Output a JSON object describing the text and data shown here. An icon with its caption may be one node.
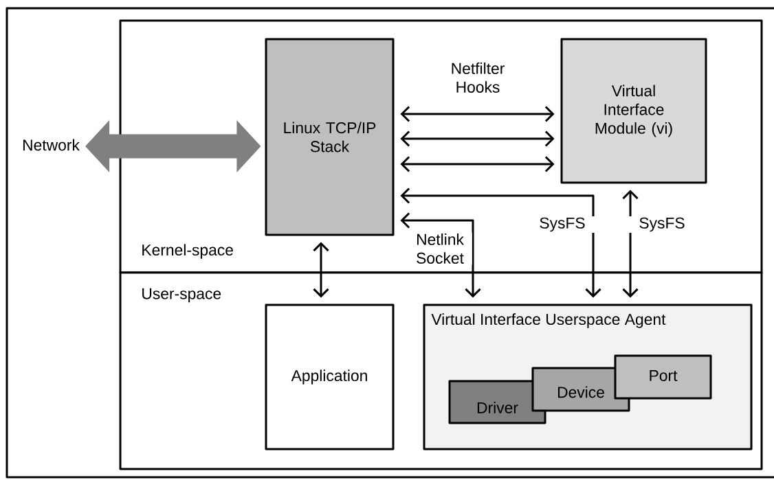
{
  "diagram": {
    "nodes": [
      {
        "text": [
          "Network"
        ]
      },
      {
        "text": [
          "Kernel-space"
        ]
      },
      {
        "text": [
          "Linux TCP/IP Stack"
        ],
        "in": 1
      },
      {
        "text": [
          "Virtual Interface Module (vi)"
        ],
        "in": 1
      },
      {
        "text": [
          "User-space"
        ]
      },
      {
        "text": [
          "Application"
        ],
        "in": 4
      },
      {
        "text": [
          "Virtual Interface Userspace Agent"
        ],
        "in": 4
      },
      {
        "text": [
          "Driver"
        ],
        "in": 6
      },
      {
        "text": [
          "Device"
        ],
        "in": 6
      },
      {
        "text": [
          "Port"
        ],
        "in": 6
      }
    ],
    "edges": [
      {
        "from": 0,
        "to": 2,
        "arrow": "both",
        "style": "thick",
        "color": "#808080"
      },
      {
        "from": 2,
        "to": 3,
        "arrow": "both",
        "label": "Netfilter Hooks"
      },
      {
        "from": 2,
        "to": 3,
        "arrow": "both"
      },
      {
        "from": 2,
        "to": 3,
        "arrow": "both"
      },
      {
        "from": 6,
        "to": 2,
        "arrow": "both",
        "label": "SysFS"
      },
      {
        "from": 6,
        "to": 2,
        "arrow": "both",
        "label": "Netlink Socket"
      },
      {
        "from": 6,
        "to": 3,
        "arrow": "both",
        "label": "SysFS"
      },
      {
        "from": 2,
        "to": 5,
        "arrow": "both"
      }
    ]
  }
}
